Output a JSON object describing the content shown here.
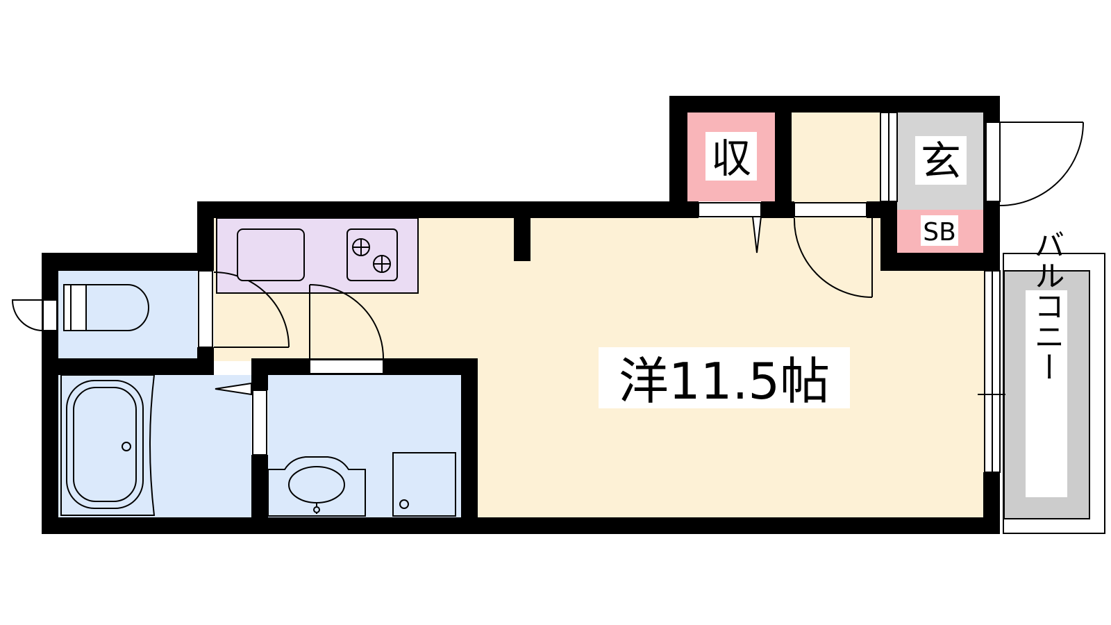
{
  "floor_plan": {
    "main_room_label": "洋11.5帖",
    "storage_label": "収",
    "entrance_label": "玄",
    "shoe_box_label": "SB",
    "balcony_label": "バルコニー"
  },
  "colors": {
    "wall": "#000000",
    "western_room": "#fdf1d6",
    "wet_area": "#dbe9fb",
    "kitchen": "#eadcf3",
    "storage": "#f9b5b9",
    "entrance": "#d4d4d4",
    "balcony": "#cccccc"
  }
}
